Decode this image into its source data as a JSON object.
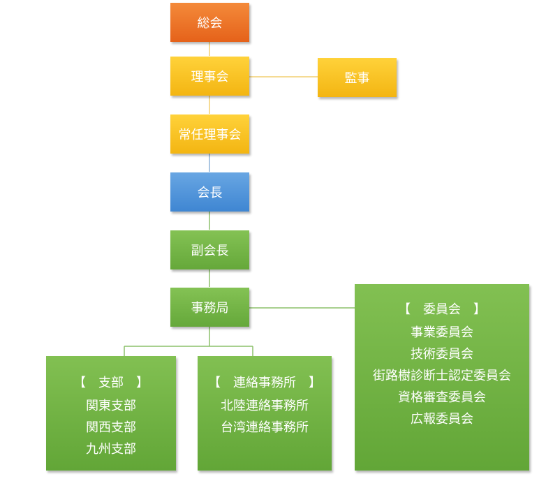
{
  "nodes": {
    "general_assembly": "総会",
    "board": "理事会",
    "auditor": "監事",
    "standing_board": "常任理事会",
    "president": "会長",
    "vice_president": "副会長",
    "secretariat": "事務局"
  },
  "groups": {
    "branches": {
      "title": "【　支部　】",
      "items": [
        "関東支部",
        "関西支部",
        "九州支部"
      ]
    },
    "liaison_offices": {
      "title": "【　連絡事務所　】",
      "items": [
        "北陸連絡事務所",
        "台湾連絡事務所"
      ]
    },
    "committees": {
      "title": "【　委員会　】",
      "items": [
        "事業委員会",
        "技術委員会",
        "街路樹診断士認定委員会",
        "資格審査委員会",
        "広報委員会"
      ]
    }
  },
  "colors": {
    "orange": "#e8691f",
    "yellow": "#f7c01f",
    "blue": "#4a8fd8",
    "green": "#6bae40",
    "connector_yellow": "#f2cf70",
    "connector_blue": "#8fb3d9",
    "connector_green": "#8cc06a"
  }
}
